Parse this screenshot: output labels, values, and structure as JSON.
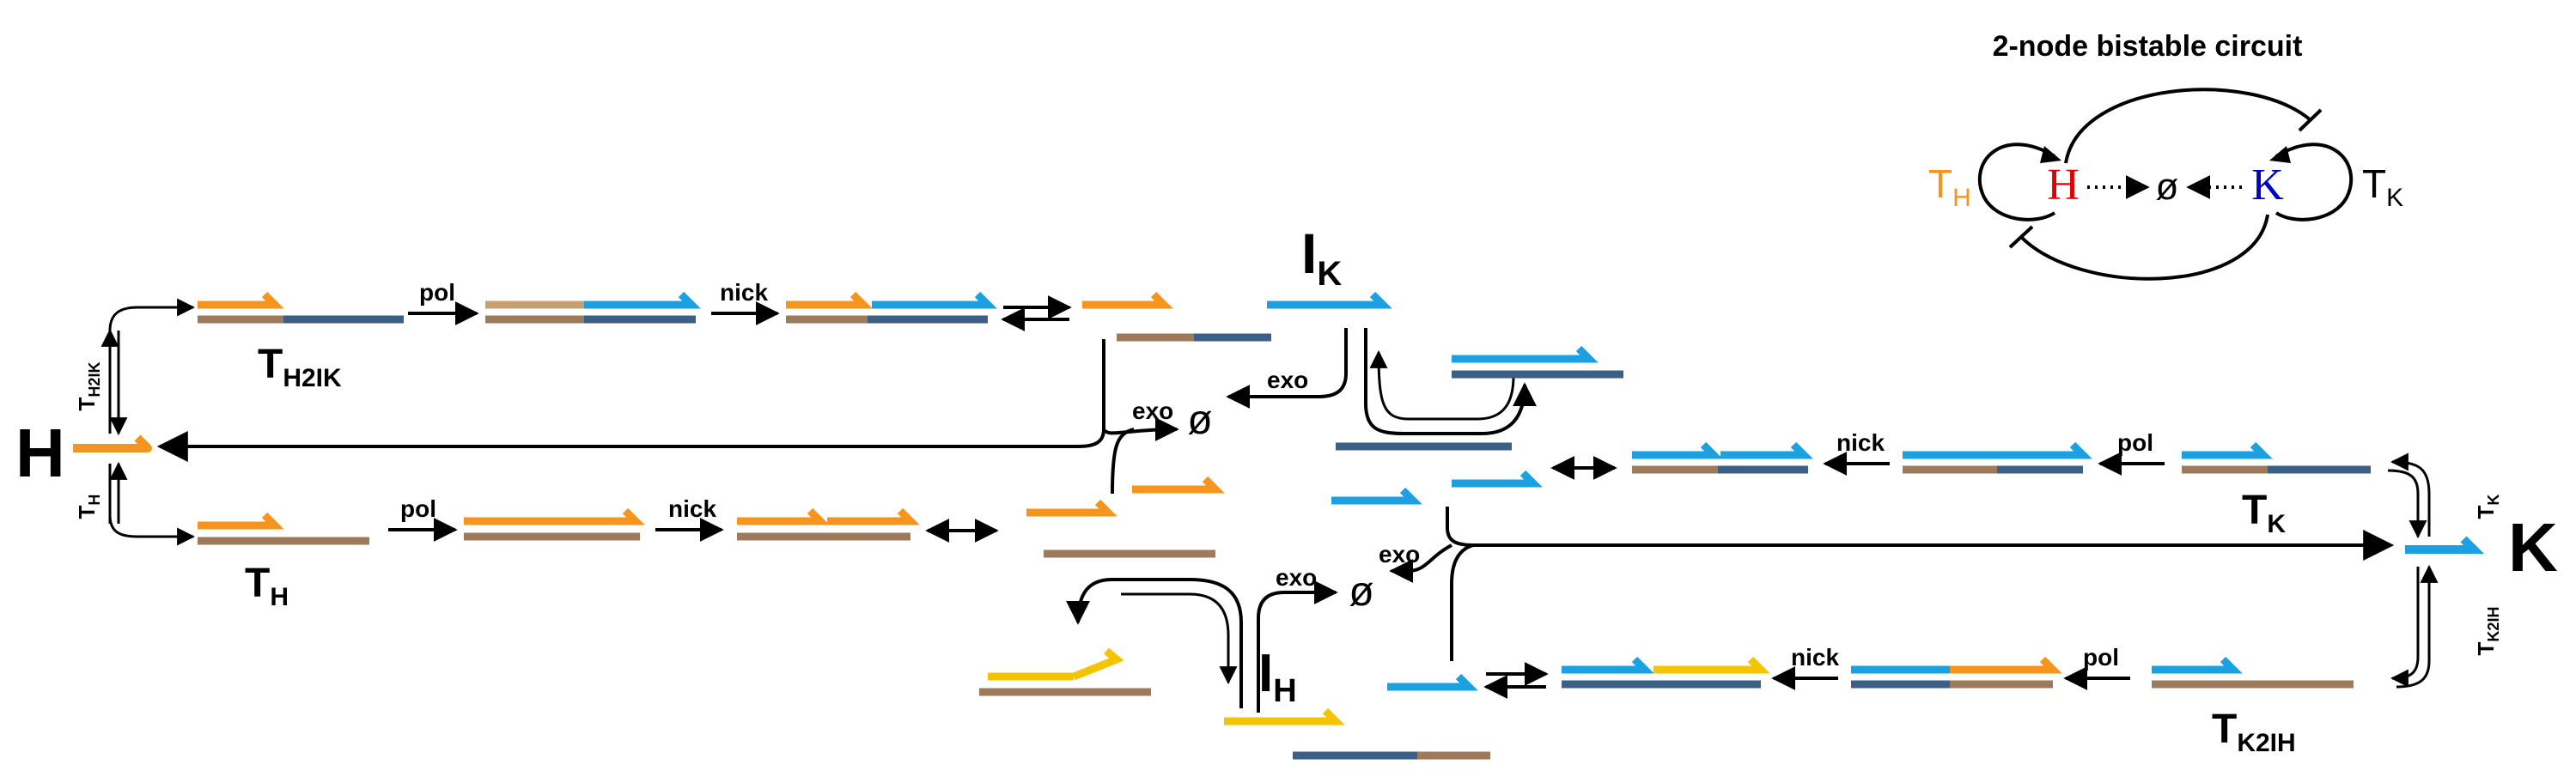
{
  "title": "2-node bistable circuit",
  "inset": {
    "node_h": "H",
    "node_k": "K",
    "null_symbol": "ø",
    "t_h_main": "T",
    "t_h_sub": "H",
    "t_k_main": "T",
    "t_k_sub": "K"
  },
  "species": {
    "H": "H",
    "K": "K",
    "I_K_main": "I",
    "I_K_sub": "K",
    "I_H_main": "I",
    "I_H_sub": "H"
  },
  "templates": {
    "TH2IK_main": "T",
    "TH2IK_sub": "H2IK",
    "TH_main": "T",
    "TH_sub": "H",
    "TK_main": "T",
    "TK_sub": "K",
    "TK2IH_main": "T",
    "TK2IH_sub": "K2IH",
    "side_TH2IK_main": "T",
    "side_TH2IK_sub": "H2IK",
    "side_TH_main": "T",
    "side_TH_sub": "H",
    "side_TK_main": "T",
    "side_TK_sub": "K",
    "side_TK2IH_main": "T",
    "side_TK2IH_sub": "K2IH"
  },
  "enzymes": {
    "pol": "pol",
    "nick": "nick",
    "exo": "exo"
  },
  "null_symbol": "ø",
  "colors": {
    "orange": "#F7941D",
    "blue": "#1BA1E2",
    "steel": "#3B5F85",
    "brown": "#9C7A5B",
    "yellow": "#F5C400",
    "red": "#E00000",
    "navy": "#0000CC"
  }
}
